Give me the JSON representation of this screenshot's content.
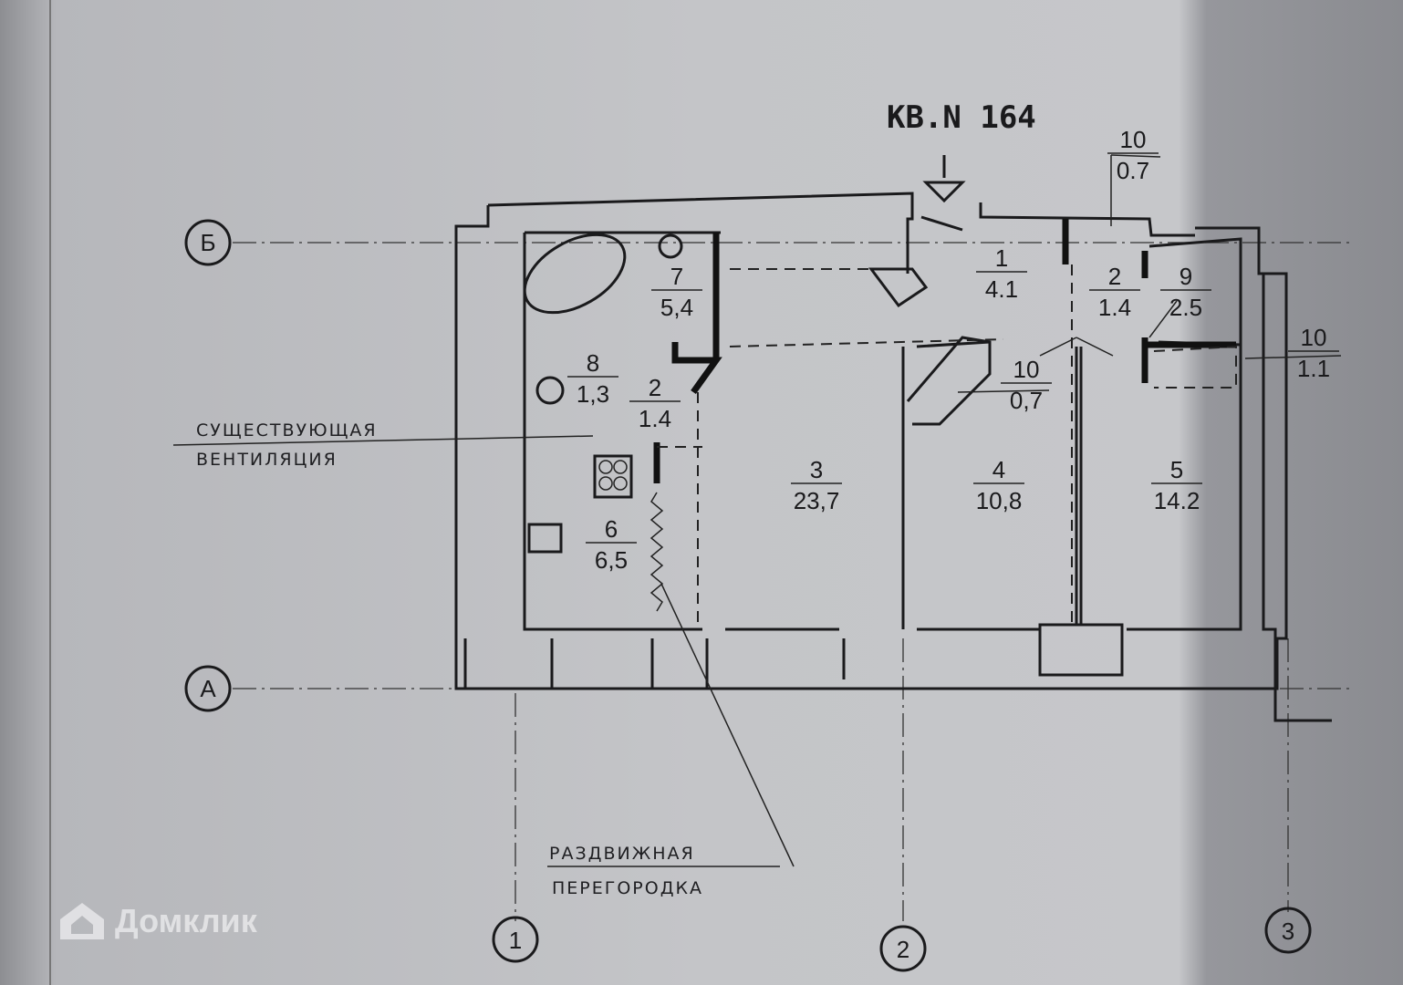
{
  "title": "КВ.N 164",
  "axes": {
    "row_b": "Б",
    "row_a": "А",
    "col_1": "1",
    "col_2": "2",
    "col_3": "3"
  },
  "rooms": [
    {
      "num": "1",
      "area": "4.1"
    },
    {
      "num": "2",
      "area": "1.4"
    },
    {
      "num": "9",
      "area": "2.5"
    },
    {
      "num": "10",
      "area": "0.7"
    },
    {
      "num": "10",
      "area": "1.1"
    },
    {
      "num": "10",
      "area": "0,7"
    },
    {
      "num": "7",
      "area": "5,4"
    },
    {
      "num": "8",
      "area": "1,3"
    },
    {
      "num": "2",
      "area": "1.4"
    },
    {
      "num": "3",
      "area": "23,7"
    },
    {
      "num": "4",
      "area": "10,8"
    },
    {
      "num": "5",
      "area": "14.2"
    },
    {
      "num": "6",
      "area": "6,5"
    }
  ],
  "notes": {
    "ventilation_line1": "СУЩЕСТВУЮЩАЯ",
    "ventilation_line2": "ВЕНТИЛЯЦИЯ",
    "partition_line1": "РАЗДВИЖНАЯ",
    "partition_line2": "ПЕРЕГОРОДКА"
  },
  "watermark": "Домклик"
}
